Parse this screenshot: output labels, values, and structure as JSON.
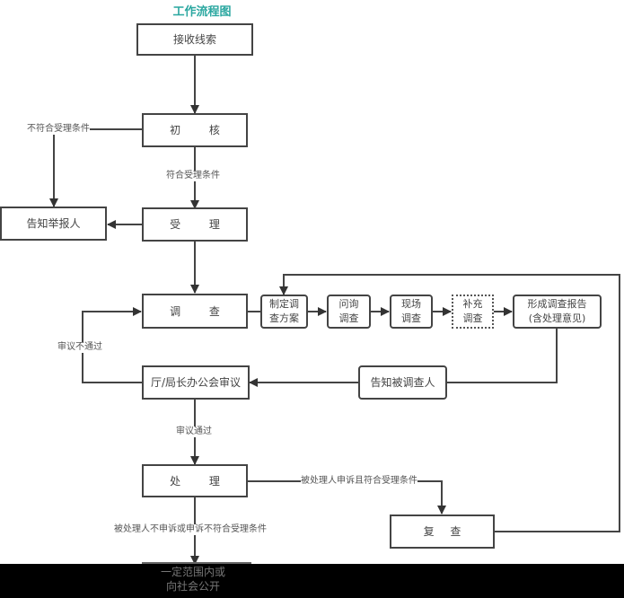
{
  "title": "工作流程图",
  "nodes": {
    "receive": "接收线索",
    "initial_review": "初 核",
    "notify_reporter": "告知举报人",
    "accept": "受 理",
    "investigate": "调 查",
    "plan": "制定调\n查方案",
    "inquiry": "问询\n调查",
    "onsite": "现场\n调查",
    "supplement": "补充\n调查",
    "report": "形成调查报告\n(含处理意见)",
    "notify_investigated": "告知被调查人",
    "office_meeting": "厅/局长办公会审议",
    "handle": "处 理",
    "reexamine": "复 查",
    "publish": "一定范围内或\n向社会公开"
  },
  "edge_labels": {
    "not_meet": "不符合受理条件",
    "meet": "符合受理条件",
    "review_fail": "审议不通过",
    "review_pass": "审议通过",
    "appeal_meet": "被处理人申诉且符合受理条件",
    "no_appeal": "被处理人不申诉或申诉不符合受理条件"
  }
}
